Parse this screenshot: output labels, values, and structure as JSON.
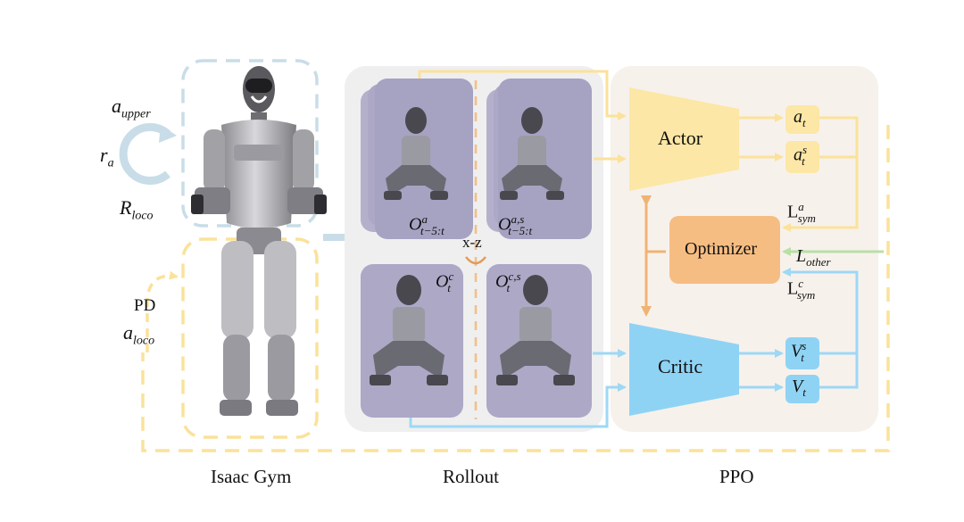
{
  "sections": {
    "isaac_gym": "Isaac Gym",
    "rollout": "Rollout",
    "ppo": "PPO"
  },
  "left_labels": {
    "a_upper": {
      "base": "a",
      "sub": "upper"
    },
    "r_a": {
      "base": "r",
      "sub": "a"
    },
    "R_loco": {
      "base": "R",
      "sub": "loco"
    },
    "pd": "PD",
    "a_loco": {
      "base": "a",
      "sub": "loco"
    }
  },
  "rollout": {
    "obs_actor": {
      "base": "O",
      "sup": "a",
      "sub": "t−5:t"
    },
    "obs_actor_sym": {
      "base": "O",
      "sup": "a,s",
      "sub": "t−5:t"
    },
    "obs_critic": {
      "base": "O",
      "sup": "c",
      "sub": "t"
    },
    "obs_critic_sym": {
      "base": "O",
      "sup": "c,s",
      "sub": "t"
    },
    "mirror": "x-z"
  },
  "ppo": {
    "actor": "Actor",
    "critic": "Critic",
    "optimizer": "Optimizer",
    "a_t": {
      "base": "a",
      "sub": "t"
    },
    "a_t_s": {
      "base": "a",
      "sup": "s",
      "sub": "t"
    },
    "V_t_s": {
      "base": "V",
      "sup": "s",
      "sub": "t"
    },
    "V_t": {
      "base": "V",
      "sub": "t"
    },
    "L_sym_a": {
      "base": "L",
      "sup": "a",
      "sub": "sym"
    },
    "L_other": {
      "base": "L",
      "sub": "other"
    },
    "L_sym_c": {
      "base": "L",
      "sup": "c",
      "sub": "sym"
    }
  },
  "colors": {
    "yellow": "#fbe29a",
    "yellow_fill": "#fde7a6",
    "blue": "#9dd8f5",
    "blue_fill": "#8fd3f4",
    "light_blue_dash": "#c8dde7",
    "orange": "#f6bd82",
    "orange_arrow": "#f0b373",
    "green": "#b9dfa6",
    "ppo_bg": "#f7f1ec",
    "rollout_bg": "#efefef",
    "frame_bg": "#aaa6c6"
  }
}
